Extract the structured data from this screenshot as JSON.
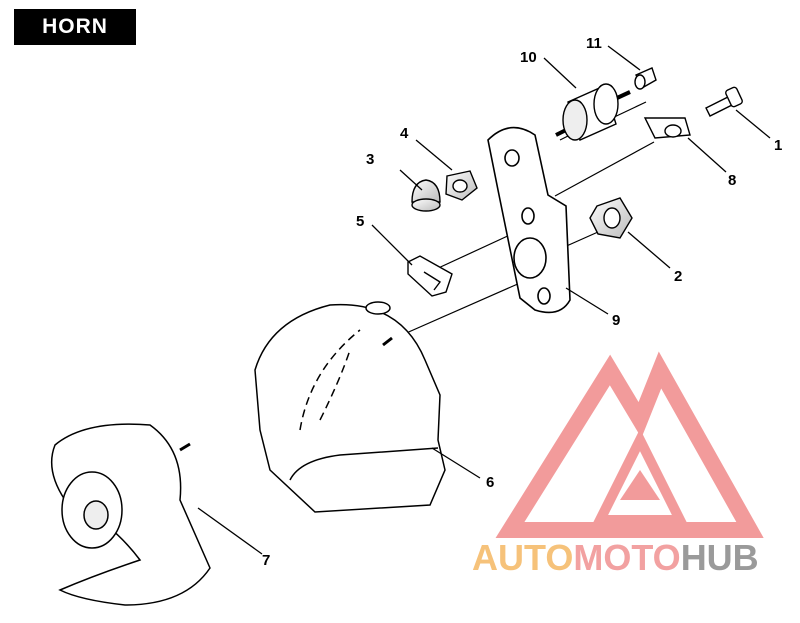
{
  "title": "HORN",
  "callouts": [
    {
      "id": "1",
      "label": "1"
    },
    {
      "id": "2",
      "label": "2"
    },
    {
      "id": "3",
      "label": "3"
    },
    {
      "id": "4",
      "label": "4"
    },
    {
      "id": "5",
      "label": "5"
    },
    {
      "id": "6",
      "label": "6"
    },
    {
      "id": "7",
      "label": "7"
    },
    {
      "id": "8",
      "label": "8"
    },
    {
      "id": "9",
      "label": "9"
    },
    {
      "id": "10",
      "label": "10"
    },
    {
      "id": "11",
      "label": "11"
    }
  ],
  "watermark": {
    "parts": [
      "AUTO",
      "MOTO",
      "HUB"
    ],
    "colors": {
      "auto": "#f6c27a",
      "moto": "#f2a1a1",
      "hub": "#9a9a9a",
      "logo": "#f08a8a"
    }
  }
}
